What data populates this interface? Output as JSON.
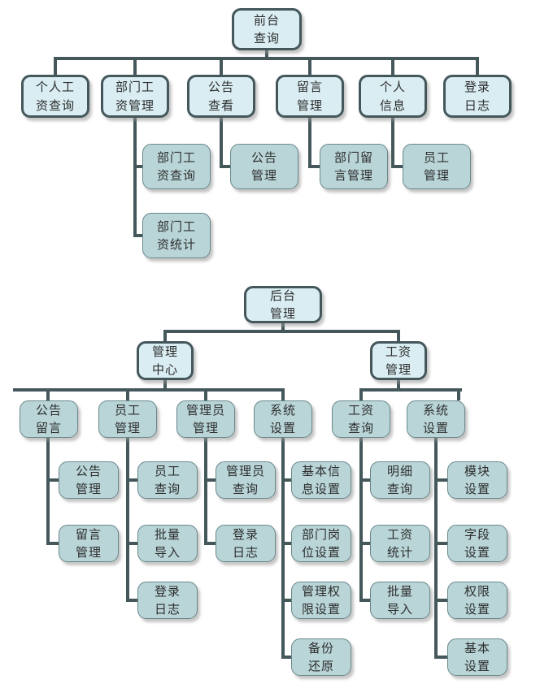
{
  "colors": {
    "major_node_fill": "#d9edf2",
    "minor_node_fill": "#b9d5d8",
    "node_border": "#44585c",
    "connector": "#44585c",
    "background": "#ffffff"
  },
  "front": {
    "root": "前台\n查询",
    "personal_salary_query": "个人工\n资查询",
    "dept_salary_mgmt": "部门工\n资管理",
    "announcement_view": "公告\n查看",
    "message_mgmt": "留言\n管理",
    "personal_info": "个人\n信息",
    "login_log": "登录\n日志",
    "dept_salary_query": "部门工\n资查询",
    "dept_salary_stats": "部门工\n资统计",
    "announcement_mgmt": "公告\n管理",
    "dept_message_mgmt": "部门留\n言管理",
    "employee_mgmt": "员工\n管理"
  },
  "back": {
    "root": "后台\n管理",
    "mgmt_center": "管理\n中心",
    "salary_mgmt": "工资\n管理",
    "announcement_message": "公告\n留言",
    "employee_mgmt": "员工\n管理",
    "admin_mgmt": "管理员\n管理",
    "system_settings_left": "系统\n设置",
    "salary_query": "工资\n查询",
    "system_settings_right": "系统\n设置",
    "announcement_mgmt": "公告\n管理",
    "message_mgmt": "留言\n管理",
    "employee_query": "员工\n查询",
    "batch_import_employee": "批量\n导入",
    "login_log_employee": "登录\n日志",
    "admin_query": "管理员\n查询",
    "login_log_admin": "登录\n日志",
    "basic_info_settings": "基本信\n息设置",
    "dept_post_settings": "部门岗\n位设置",
    "admin_perm_settings": "管理权\n限设置",
    "backup_restore": "备份\n还原",
    "detail_query": "明细\n查询",
    "salary_stats": "工资\n统计",
    "batch_import_salary": "批量\n导入",
    "module_settings": "模块\n设置",
    "field_settings": "字段\n设置",
    "perm_settings": "权限\n设置",
    "basic_settings": "基本\n设置"
  }
}
